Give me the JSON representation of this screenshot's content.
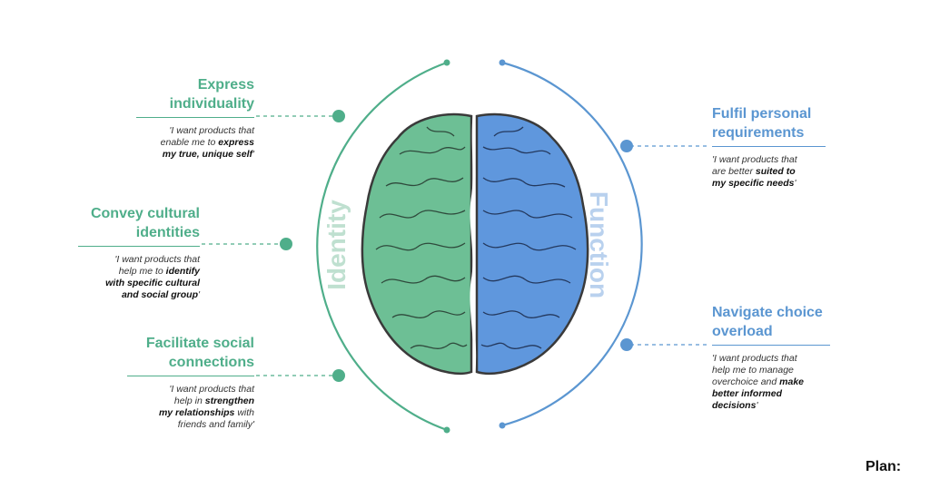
{
  "arcs": {
    "identity_label": "Identity",
    "function_label": "Function"
  },
  "left": [
    {
      "title_lines": [
        "Express",
        "individuality"
      ],
      "quote_parts": [
        {
          "t": "'I want products that",
          "b": false
        },
        {
          "t": "enable me to ",
          "b": false,
          "br_before": true
        },
        {
          "t": "express",
          "b": true
        },
        {
          "t": "my true, unique self",
          "b": true,
          "br_before": true
        },
        {
          "t": "'",
          "b": false
        }
      ]
    },
    {
      "title_lines": [
        "Convey cultural",
        "identities"
      ],
      "quote_parts": [
        {
          "t": "'I want products that",
          "b": false
        },
        {
          "t": "help me to ",
          "b": false,
          "br_before": true
        },
        {
          "t": "identify",
          "b": true
        },
        {
          "t": "with specific cultural",
          "b": true,
          "br_before": true
        },
        {
          "t": "and social group",
          "b": true,
          "br_before": true
        },
        {
          "t": "'",
          "b": false
        }
      ]
    },
    {
      "title_lines": [
        "Facilitate social",
        "connections"
      ],
      "quote_parts": [
        {
          "t": "'I want products that",
          "b": false
        },
        {
          "t": "help in ",
          "b": false,
          "br_before": true
        },
        {
          "t": "strengthen",
          "b": true
        },
        {
          "t": "my relationships",
          "b": true,
          "br_before": true
        },
        {
          "t": " with",
          "b": false
        },
        {
          "t": "friends and family'",
          "b": false,
          "br_before": true
        }
      ]
    }
  ],
  "right": [
    {
      "title_lines": [
        "Fulfil personal",
        "requirements"
      ],
      "quote_parts": [
        {
          "t": "'I want products that",
          "b": false
        },
        {
          "t": "are better ",
          "b": false,
          "br_before": true
        },
        {
          "t": "suited to",
          "b": true
        },
        {
          "t": "my specific needs",
          "b": true,
          "br_before": true
        },
        {
          "t": "'",
          "b": false
        }
      ]
    },
    {
      "title_lines": [
        "Navigate choice",
        "overload"
      ],
      "quote_parts": [
        {
          "t": "'I want products that",
          "b": false
        },
        {
          "t": "help me to manage",
          "b": false,
          "br_before": true
        },
        {
          "t": "overchoice and ",
          "b": false,
          "br_before": true
        },
        {
          "t": "make",
          "b": true
        },
        {
          "t": "better informed",
          "b": true,
          "br_before": true
        },
        {
          "t": "decisions",
          "b": true,
          "br_before": true
        },
        {
          "t": "'",
          "b": false
        }
      ]
    }
  ],
  "brand": {
    "name": "Plan",
    "suffix": ":"
  },
  "colors": {
    "identity": "#4fae8a",
    "function": "#5b96d1",
    "brain_left": "#6dbf95",
    "brain_right": "#5f97dd",
    "outline": "#3a3a3a"
  }
}
